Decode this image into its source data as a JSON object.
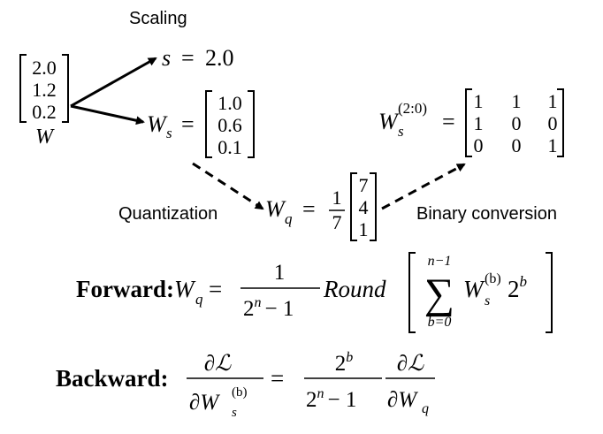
{
  "labels": {
    "scaling": "Scaling",
    "quantization": "Quantization",
    "binary_conversion": "Binary conversion"
  },
  "w_vector": {
    "name": "W",
    "values": [
      "2.0",
      "1.2",
      "0.2"
    ]
  },
  "scale": {
    "symbol": "s",
    "equals": "=",
    "value": "2.0"
  },
  "ws_vector": {
    "symbol": "W",
    "subscript": "s",
    "values": [
      "1.0",
      "0.6",
      "0.1"
    ]
  },
  "wq_vector": {
    "symbol": "W",
    "subscript": "q",
    "fraction_num": "1",
    "fraction_den": "7",
    "values": [
      "7",
      "4",
      "1"
    ]
  },
  "binary_matrix": {
    "symbol": "W",
    "subscript": "s",
    "superscript": "(2:0)",
    "rows": [
      [
        "1",
        "1",
        "1"
      ],
      [
        "1",
        "0",
        "0"
      ],
      [
        "0",
        "0",
        "1"
      ]
    ]
  },
  "forward": {
    "label": "Forward:",
    "lhs": "W",
    "lhs_sub": "q",
    "frac_num": "1",
    "frac_den": "2",
    "frac_den_exp": "n",
    "frac_den_tail": "− 1",
    "func": "Round",
    "sum_upper": "n−1",
    "sum_lower": "b=0",
    "term": "W",
    "term_sub": "s",
    "term_sup": "(b)",
    "pow_base": "2",
    "pow_exp": "b"
  },
  "backward": {
    "label": "Backward:",
    "lhs_num": "∂ℒ",
    "lhs_den": "∂W",
    "lhs_den_sub": "s",
    "lhs_den_sup": "(b)",
    "mid_num": "2",
    "mid_num_exp": "b",
    "mid_den": "2",
    "mid_den_exp": "n",
    "mid_den_tail": "− 1",
    "rhs_num": "∂ℒ",
    "rhs_den": "∂W",
    "rhs_den_sub": "q"
  }
}
